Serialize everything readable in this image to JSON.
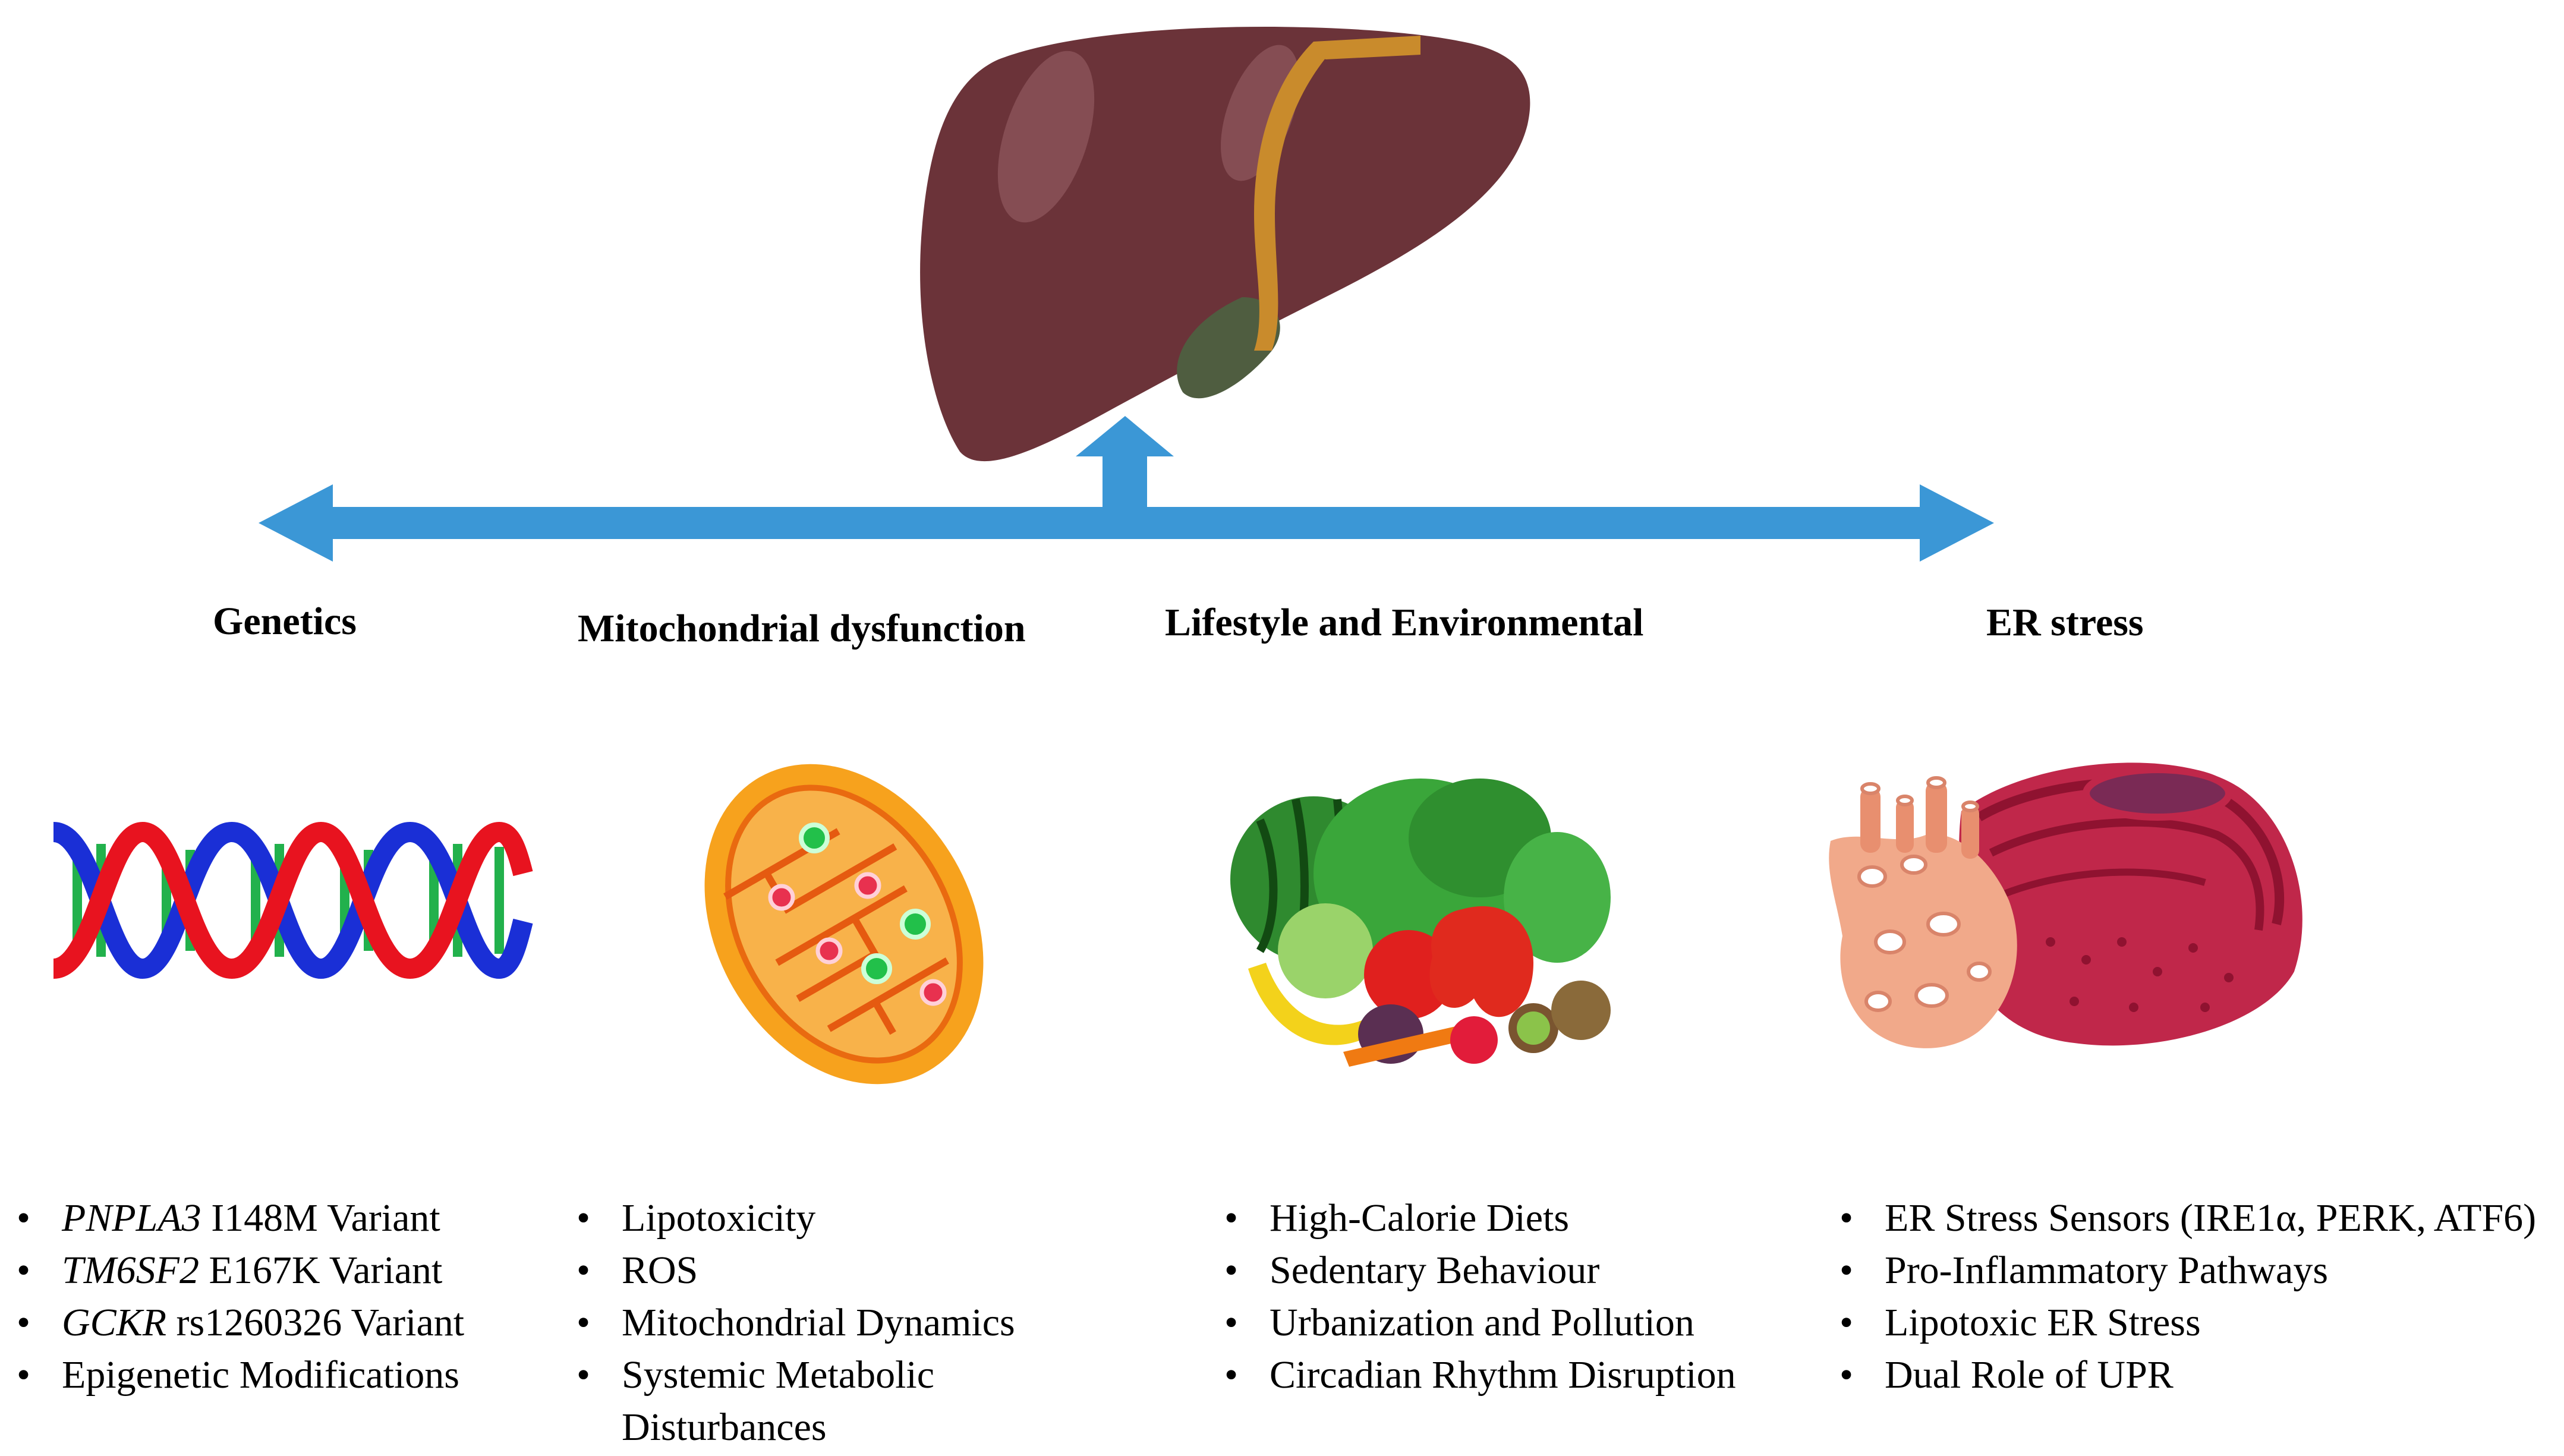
{
  "columns": [
    {
      "heading": "Genetics",
      "image": "dna-double-helix",
      "items": [
        {
          "gene": "PNPLA3",
          "rest": " I148M Variant"
        },
        {
          "gene": "TM6SF2",
          "rest": " E167K Variant"
        },
        {
          "gene": "GCKR",
          "rest": " rs1260326 Variant"
        },
        {
          "gene": "",
          "rest": "Epigenetic  Modifications"
        }
      ]
    },
    {
      "heading": "Mitochondrial  dysfunction",
      "image": "mitochondrion",
      "items": [
        {
          "text": "Lipotoxicity"
        },
        {
          "text": "ROS"
        },
        {
          "text": "Mitochondrial  Dynamics"
        },
        {
          "text": "Systemic  Metabolic"
        },
        {
          "text": "Disturbances",
          "continuation": true
        }
      ]
    },
    {
      "heading": "Lifestyle and Environmental",
      "image": "fruits-and-vegetables",
      "items": [
        {
          "text": "High-Calorie  Diets"
        },
        {
          "text": "Sedentary  Behaviour"
        },
        {
          "text": "Urbanization  and Pollution"
        },
        {
          "text": "Circadian  Rhythm  Disruption"
        }
      ]
    },
    {
      "heading": "ER stress",
      "image": "endoplasmic-reticulum",
      "items": [
        {
          "text": "ER Stress Sensors (IRE1α,  PERK, ATF6)"
        },
        {
          "text": "Pro-Inflammatory  Pathways"
        },
        {
          "text": "Lipotoxic  ER Stress"
        },
        {
          "text": "Dual Role of UPR"
        }
      ]
    }
  ],
  "bullet": "•",
  "colors": {
    "arrow": "#3b97d6",
    "liver": "#6b3339",
    "ligament": "#c98b2c",
    "gallbladder": "#4f5d40"
  }
}
